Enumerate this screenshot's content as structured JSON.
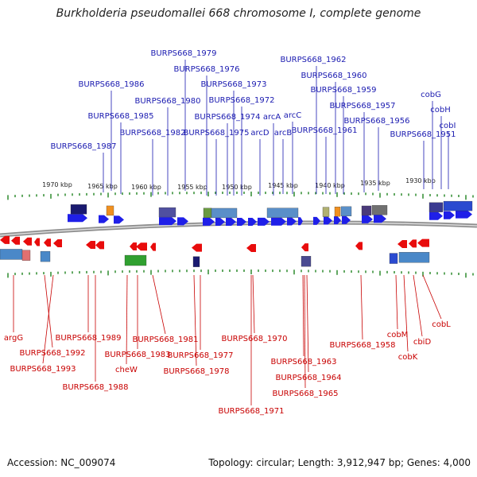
{
  "title": "Burkholderia pseudomallei 668 chromosome I, complete genome",
  "footer": {
    "accession": "Accession: NC_009074",
    "topology": "Topology: circular; Length: 3,912,947 bp; Genes: 4,000"
  },
  "scale_ticks": [
    "1970 kbp",
    "1965 kbp",
    "1960 kbp",
    "1955 kbp",
    "1950 kbp",
    "1945 kbp",
    "1940 kbp",
    "1935 kbp",
    "1930 kbp"
  ],
  "colors": {
    "forward_gene": "#1f1fe8",
    "reverse_gene": "#e80c0c",
    "backbone": "#8e8e8e",
    "tick": "#2e8b2e",
    "forward_label": "#1a1ab0",
    "reverse_label": "#c80000"
  },
  "forward_labels": [
    "BURPS668_1979",
    "BURPS668_1976",
    "BURPS668_1986",
    "BURPS668_1973",
    "BURPS668_1980",
    "BURPS668_1972",
    "BURPS668_1985",
    "BURPS668_1974",
    "BURPS668_1982",
    "BURPS668_1975",
    "arcD",
    "arcA",
    "arcC",
    "arcB",
    "BURPS668_1962",
    "BURPS668_1960",
    "BURPS668_1959",
    "BURPS668_1957",
    "BURPS668_1961",
    "BURPS668_1956",
    "BURPS668_1987",
    "cobG",
    "cobH",
    "cobI",
    "BURPS668_1951"
  ],
  "reverse_labels": [
    "argG",
    "BURPS668_1992",
    "BURPS668_1993",
    "BURPS668_1989",
    "BURPS668_1988",
    "cheW",
    "BURPS668_1983",
    "BURPS668_1981",
    "BURPS668_1977",
    "BURPS668_1978",
    "BURPS668_1970",
    "BURPS668_1971",
    "BURPS668_1963",
    "BURPS668_1964",
    "BURPS668_1965",
    "BURPS668_1958",
    "cobM",
    "cbiD",
    "cobK",
    "cobL"
  ]
}
